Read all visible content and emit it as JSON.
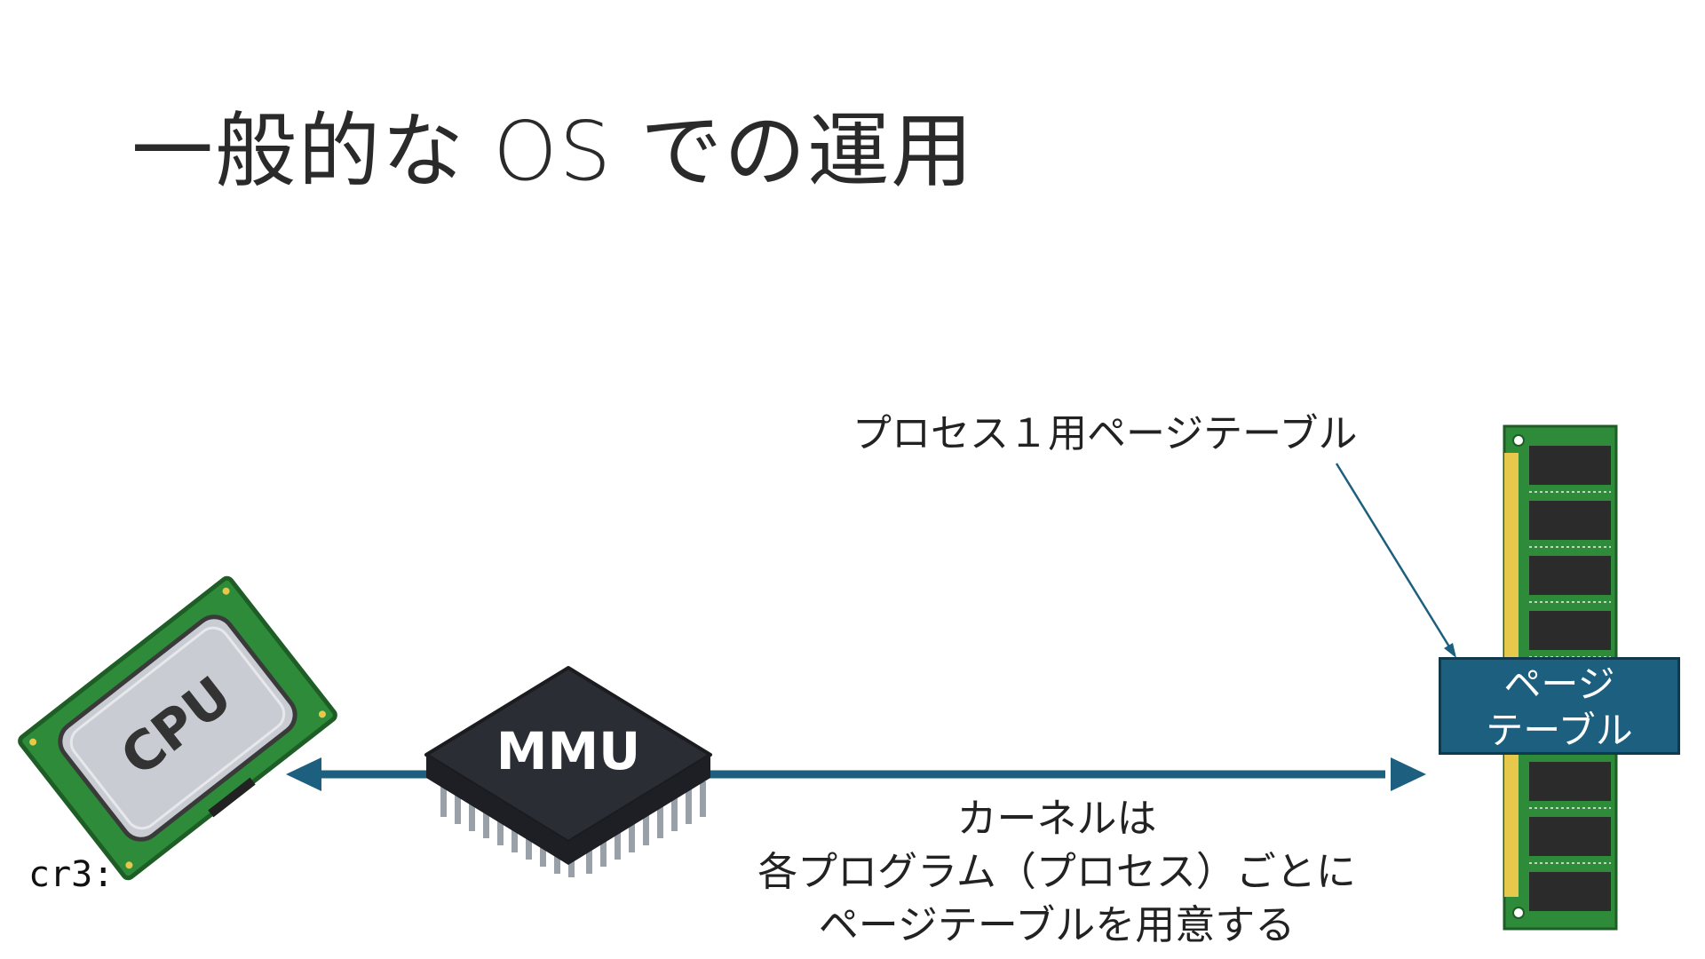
{
  "title": "一般的な OS での運用",
  "cpu": {
    "label": "CPU"
  },
  "mmu": {
    "label": "MMU"
  },
  "labels": {
    "process_page_table": "プロセス１用ページテーブル",
    "page_table_line1": "ページ",
    "page_table_line2": "テーブル",
    "kernel_line1": "カーネルは",
    "kernel_line2": "各プログラム（プロセス）ごとに",
    "kernel_line3": "ページテーブルを用意する",
    "cr3": "cr3:"
  },
  "colors": {
    "arrow": "#1c5f7e",
    "page_table_box": "#1c5f7e",
    "ram_board": "#2e8b3a",
    "ram_chip": "#2b2b2b",
    "ram_gold": "#e8c84a",
    "mmu_chip": "#2a2d33",
    "cpu_board": "#2e8b3a",
    "cpu_lid": "#c9ccd3"
  },
  "icons": [
    "cpu-chip-icon",
    "mmu-chip-icon",
    "ram-module-icon"
  ]
}
